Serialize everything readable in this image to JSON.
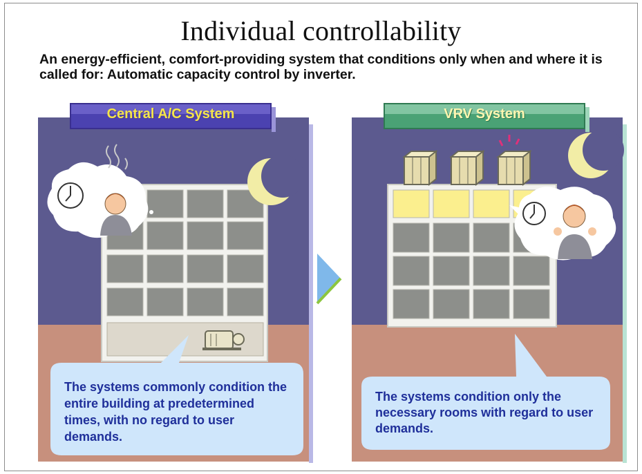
{
  "title": "Individual controllability",
  "subtitle": "An energy-efficient, comfort-providing system that conditions only when and where it is called for: Automatic capacity control by inverter.",
  "left_panel": {
    "badge": "Central A/C System",
    "caption": "The systems commonly condition the entire building at predetermined times, with no regard to user demands."
  },
  "right_panel": {
    "badge": "VRV System",
    "caption": "The systems condition only the necessary rooms with regard to user demands."
  },
  "colors": {
    "panel_purple": "#5c5a8f",
    "floor_tan": "#c7907d",
    "window_gray": "#8d8f8b",
    "window_lit": "#fbef8e",
    "caption_bg": "#cfe6fb",
    "caption_text": "#1f2f9a",
    "arrow": "#7fb8ea"
  },
  "icons": [
    "clock-icon",
    "moon-icon",
    "person-icon",
    "outdoor-unit-icon",
    "central-unit-icon",
    "arrow-right-icon"
  ]
}
